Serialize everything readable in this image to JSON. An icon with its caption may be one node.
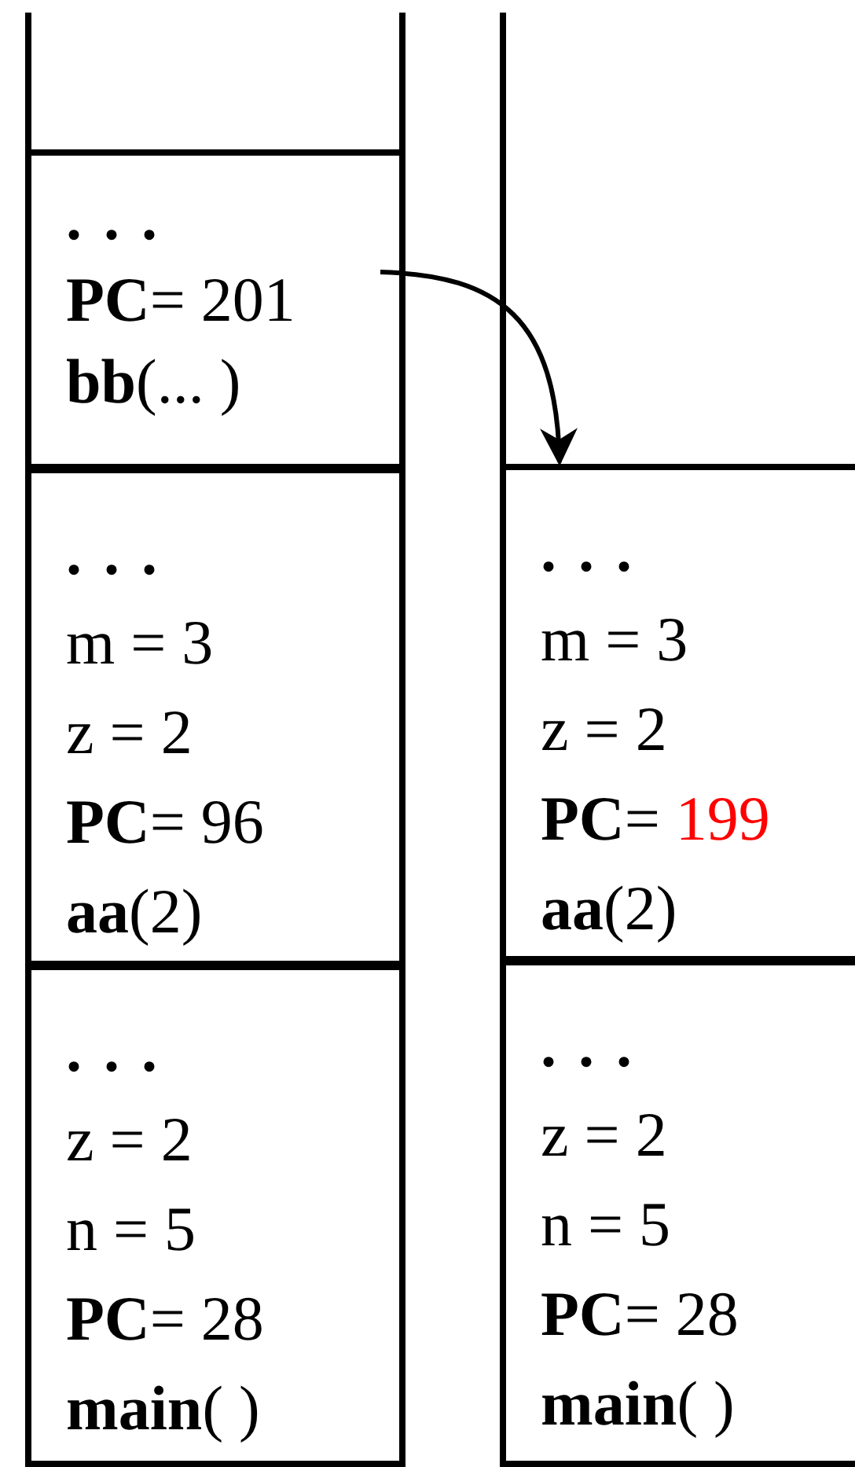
{
  "diagram": {
    "nodes": [
      {
        "text": [
          ". . .",
          "**PC**= 201",
          "**bb**(... )"
        ]
      },
      {
        "text": [
          ". . .",
          "m = 3",
          "z = 2",
          "**PC**= 96",
          "**aa**(2)"
        ]
      },
      {
        "text": [
          ". . .",
          "z = 2",
          "n = 5",
          "**PC**= 28",
          "**main**(  )"
        ]
      },
      {
        "text": [
          ". . .",
          "m = 3",
          "z = 2",
          "**PC**= 199",
          "**aa**(2)"
        ]
      },
      {
        "text": [
          ". . .",
          "z = 2",
          "n = 5",
          "**PC**= 28",
          "**main**(  )"
        ]
      }
    ],
    "edges": [
      {
        "from": 0,
        "to": 3,
        "arrow": "to"
      }
    ]
  }
}
